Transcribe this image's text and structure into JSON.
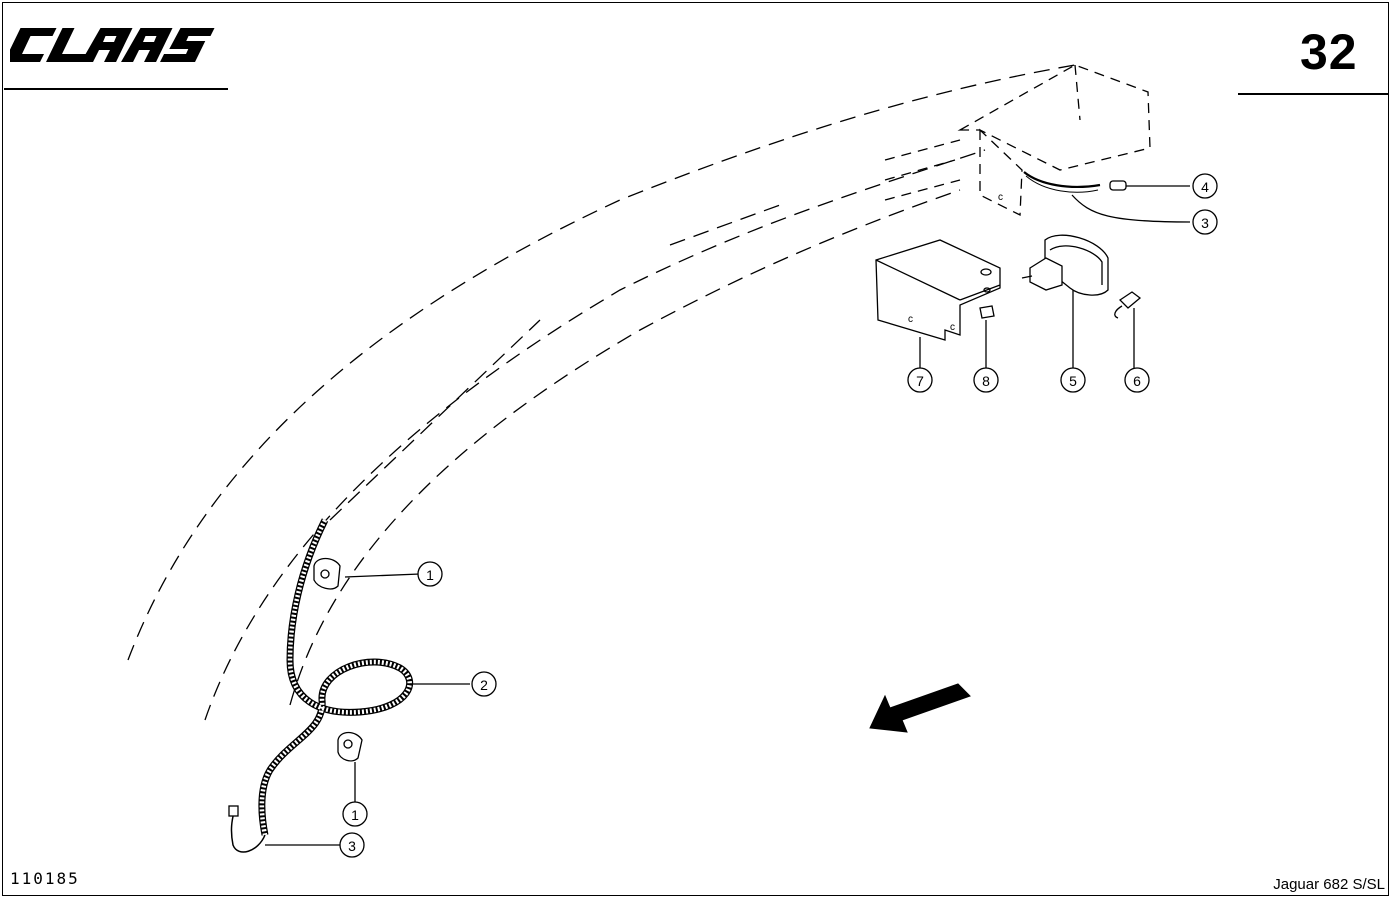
{
  "header": {
    "brand": "CLAAS",
    "page_number": "32"
  },
  "footer": {
    "drawing_number": "110185",
    "model": "Jaguar 682 S/SL"
  },
  "callouts": [
    {
      "id": "callout-4-top",
      "label": "4"
    },
    {
      "id": "callout-3-top",
      "label": "3"
    },
    {
      "id": "callout-7",
      "label": "7"
    },
    {
      "id": "callout-8",
      "label": "8"
    },
    {
      "id": "callout-5",
      "label": "5"
    },
    {
      "id": "callout-6",
      "label": "6"
    },
    {
      "id": "callout-1-upper",
      "label": "1"
    },
    {
      "id": "callout-2",
      "label": "2"
    },
    {
      "id": "callout-1-lower",
      "label": "1"
    },
    {
      "id": "callout-3-bottom",
      "label": "3"
    }
  ],
  "colors": {
    "ink": "#000000",
    "paper": "#ffffff"
  }
}
